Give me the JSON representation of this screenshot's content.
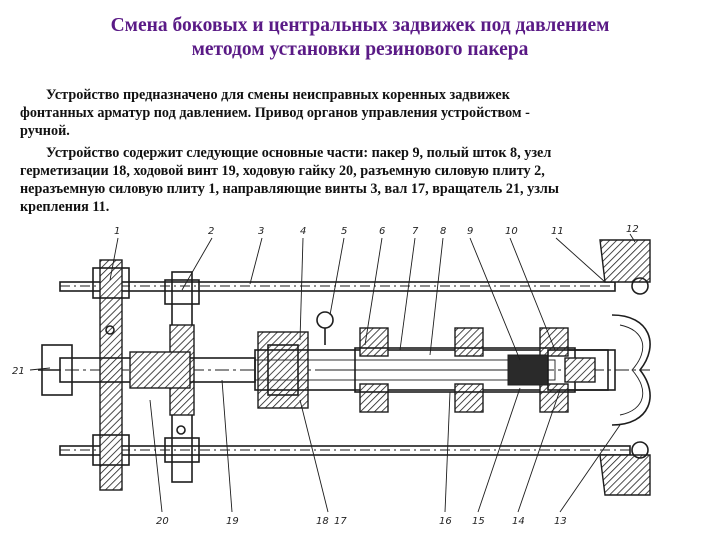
{
  "title": {
    "line1": "Смена боковых и центральных задвижек под давлением",
    "line2": "методом установки резинового пакера"
  },
  "paragraph1": {
    "line1": "Устройство предназначено для смены неисправных коренных задвижек",
    "line2": "фонтанных арматур под давлением. Привод органов управления устройством -",
    "line3": "ручной."
  },
  "paragraph2": {
    "line1": "Устройство содержит следующие основные части: пакер 9, полый шток 8, узел",
    "line2": "герметизации 18, ходовой винт 19, ходовую гайку 20, разъемную силовую плиту 2,",
    "line3": "неразъемную силовую плиту 1, направляющие винты 3, вал 17, вращатель 21, узлы",
    "line4": "крепления 11."
  },
  "drawing": {
    "callouts_top": [
      "1",
      "2",
      "3",
      "4",
      "5",
      "6",
      "7",
      "8",
      "9",
      "10",
      "11",
      "12"
    ],
    "callouts_bottom": [
      "20",
      "19",
      "18",
      "17",
      "16",
      "15",
      "14",
      "13"
    ],
    "callout_left": "21"
  },
  "colors": {
    "title": "#5a1a86",
    "text": "#111111",
    "line": "#1d1d1d"
  }
}
